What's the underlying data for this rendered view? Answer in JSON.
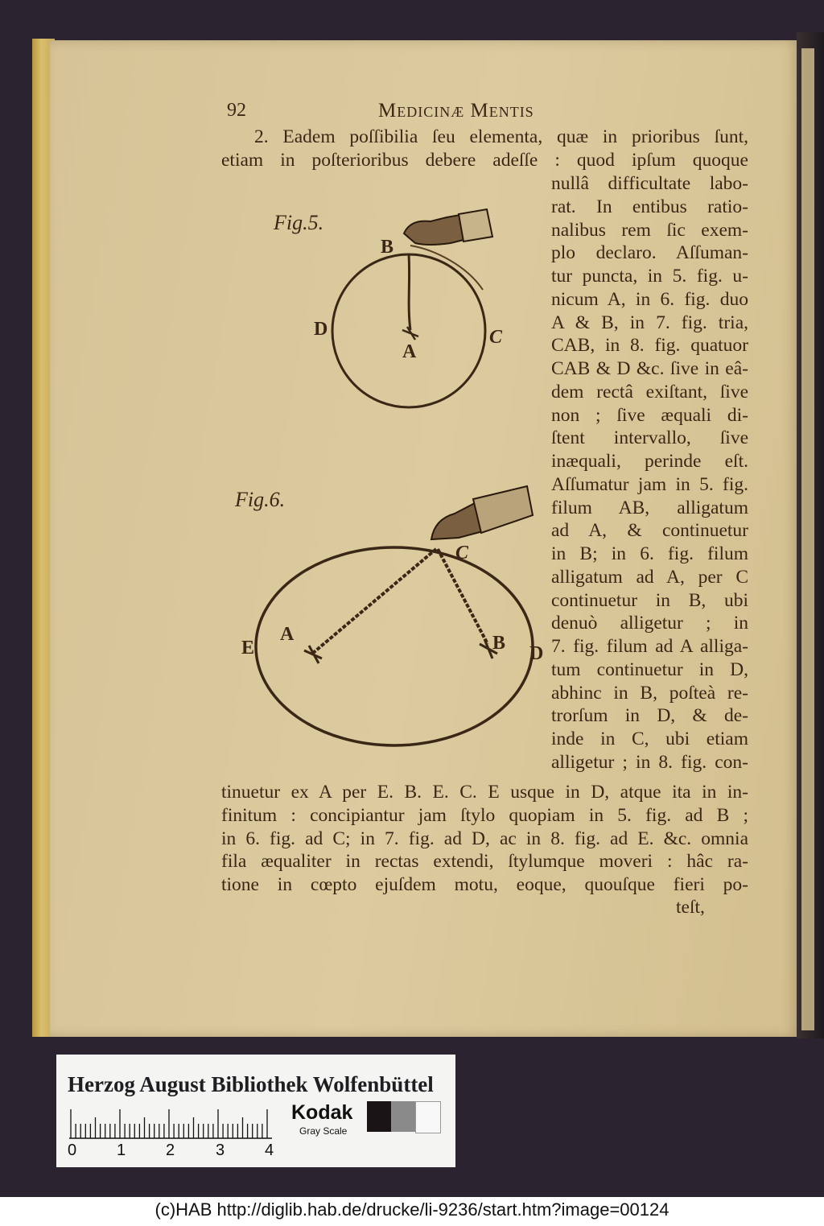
{
  "page": {
    "page_number": "92",
    "running_head": "Medicinæ Mentis",
    "top_lines": [
      "2. Eadem poſſibilia ſeu elementa, quæ in prioribus ſunt,",
      "etiam in poſterioribus debere adeſſe : quod ipſum quoque"
    ],
    "column_lines": [
      "nullâ difficultate labo-",
      "rat. In entibus ratio-",
      "nalibus rem ſic exem-",
      "plo declaro. Aſſuman-",
      "tur puncta, in 5. fig. u-",
      "nicum A, in 6. fig. duo",
      "A & B, in 7. fig. tria,",
      "CAB, in 8. fig. quatuor",
      "CAB & D &c. ſive in eâ-",
      "dem rectâ exiſtant, ſive",
      "non ; ſive æquali di-",
      "ſtent intervallo, ſive",
      "inæquali, perinde eſt.",
      "Aſſumatur jam in 5. fig.",
      "filum AB, alligatum",
      "ad A, & continuetur",
      "in B; in 6. fig. filum",
      "alligatum ad A, per C",
      "continuetur in B, ubi",
      "denuò alligetur ; in",
      "7. fig. filum ad A alliga-",
      "tum continuetur in D,",
      "abhinc in B, poſteà re-",
      "trorſum in D, & de-",
      "inde in C, ubi etiam",
      "alligetur ; in 8. fig. con-"
    ],
    "bottom_lines": [
      "tinuetur ex A per E. B. E. C. E usque in D, atque ita in in-",
      "finitum : concipiantur jam ſtylo quopiam in 5. fig. ad B ;",
      "in 6. fig. ad C; in 7. fig. ad D, ac in 8. fig. ad E. &c. omnia",
      "fila æqualiter in rectas extendi, ſtylumque moveri : hâc ra-",
      "tione in cœpto ejuſdem motu, eoque, quouſque fieri po-"
    ],
    "catchword": "teſt,"
  },
  "figure5": {
    "caption": "Fig.5.",
    "labels": {
      "b": "B",
      "d": "D",
      "a": "A",
      "c": "C"
    }
  },
  "figure6": {
    "caption": "Fig.6.",
    "labels": {
      "c": "C",
      "a": "A",
      "b": "B",
      "e": "E",
      "d": "D"
    }
  },
  "color_card": {
    "title": "Herzog August Bibliothek Wolfenbüttel",
    "ruler_numbers": [
      "0",
      "1",
      "2",
      "3",
      "4"
    ],
    "brand": "Kodak",
    "subtitle": "Gray Scale",
    "patches": [
      "#1a1416",
      "#8a8a8a",
      "#f8f8f8"
    ]
  },
  "footer": {
    "text": "(c)HAB http://diglib.hab.de/drucke/li-9236/start.htm?image=00124"
  }
}
